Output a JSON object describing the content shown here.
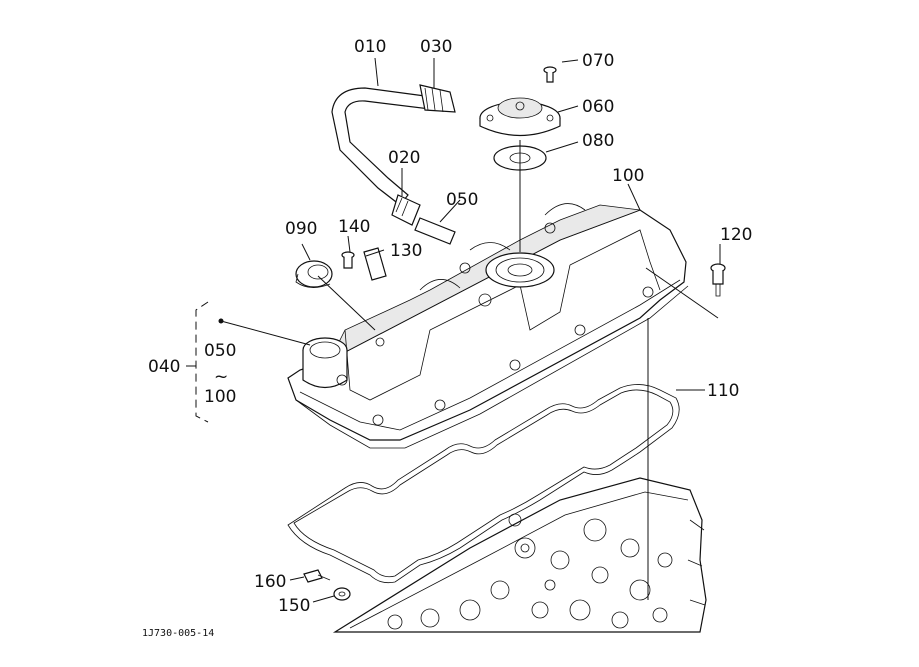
{
  "callouts": {
    "p010": "010",
    "p020": "020",
    "p030": "030",
    "p040": "040",
    "p050": "050",
    "p060": "060",
    "p070": "070",
    "p080": "080",
    "p090": "090",
    "p100": "100",
    "p110": "110",
    "p120": "120",
    "p130": "130",
    "p140": "140",
    "p150": "150",
    "p160": "160"
  },
  "assembly_bracket": {
    "from": "050",
    "tilde": "~",
    "to": "100"
  },
  "figure_code": "1J730-005-14"
}
